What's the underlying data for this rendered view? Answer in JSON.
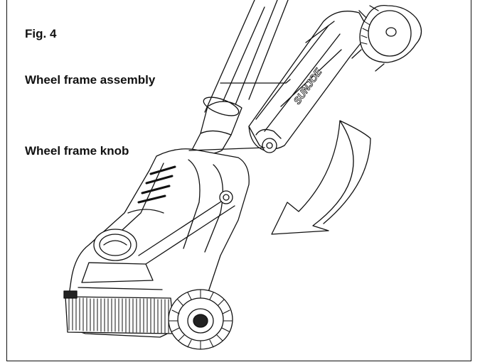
{
  "figure": {
    "title": "Fig. 4",
    "callouts": [
      {
        "label": "Wheel frame assembly"
      },
      {
        "label": "Wheel frame knob"
      }
    ],
    "brand_text": "SUNJOE",
    "colors": {
      "line": "#111111",
      "background": "#ffffff",
      "fill_dark": "#222222"
    }
  }
}
